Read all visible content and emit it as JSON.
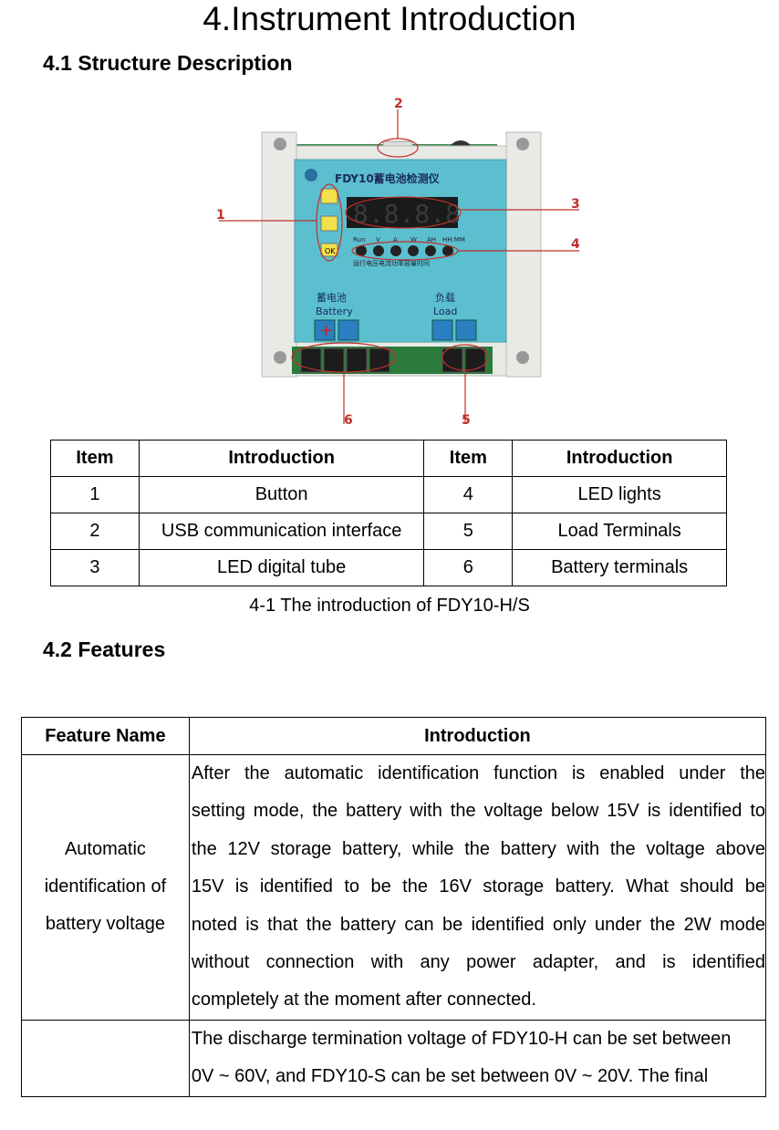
{
  "title": "4.Instrument Introduction",
  "section1": "4.1 Structure Description",
  "section2": "4.2 Features",
  "device": {
    "header": "FDY10蓄电池检测仪",
    "indicator_labels": [
      "Run",
      "V",
      "A",
      "W",
      "AH",
      "HH:MM"
    ],
    "indicator_labels_cn": "运行电压电流功率容量时间",
    "battery_cn": "蓄电池",
    "battery_en": "Battery",
    "load_cn": "负载",
    "load_en": "Load",
    "ok_label": "OK",
    "callouts": [
      "1",
      "2",
      "3",
      "4",
      "5",
      "6"
    ]
  },
  "table1": {
    "headers": [
      "Item",
      "Introduction",
      "Item",
      "Introduction"
    ],
    "rows": [
      [
        "1",
        "Button",
        "4",
        "LED lights"
      ],
      [
        "2",
        "USB communication interface",
        "5",
        "Load Terminals"
      ],
      [
        "3",
        "LED digital tube",
        "6",
        "Battery terminals"
      ]
    ]
  },
  "caption": "4-1 The introduction of FDY10-H/S",
  "table2": {
    "headers": [
      "Feature Name",
      "Introduction"
    ],
    "rows": [
      {
        "name": "Automatic identification of battery voltage",
        "lines": [
          "After the automatic identification function is enabled under the",
          "setting mode, the battery with the voltage below 15V is identified to",
          "the 12V storage battery, while the battery with the voltage above",
          "15V is identified to be the 16V storage battery. What should be",
          "noted is that the battery can be identified only under the 2W mode",
          "without connection with any power adapter, and is identified",
          "completely at the moment after connected."
        ]
      },
      {
        "name": "",
        "lines": [
          "The discharge termination voltage of FDY10-H can be set between",
          "0V ~ 60V, and FDY10-S can be set between 0V ~ 20V. The final"
        ]
      }
    ]
  },
  "colors": {
    "panel": "#5bbfcf",
    "pcb": "#3e8a4e",
    "callout": "#c0302a"
  }
}
